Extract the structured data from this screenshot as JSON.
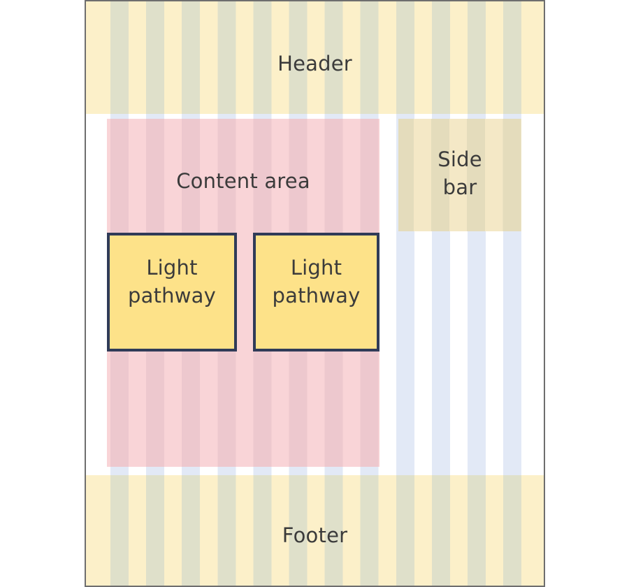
{
  "diagram": {
    "description": "Page layout diagram with a 12-column grid overlay",
    "grid": {
      "columns": 12
    },
    "regions": {
      "header": {
        "label": "Header"
      },
      "content": {
        "label": "Content area"
      },
      "sidebar": {
        "label": "Side bar"
      },
      "footer": {
        "label": "Footer"
      },
      "light_pathway_1": {
        "label": "Light pathway"
      },
      "light_pathway_2": {
        "label": "Light pathway"
      }
    }
  },
  "colors": {
    "col_blue": "#e2e9f6",
    "header_base": "#fcf0c9",
    "header_col": "#dfe0ca",
    "content_base": "#f9d4d7",
    "content_col": "#edc8ce",
    "sidebar_base": "#f4e8c6",
    "sidebar_col": "#e4dcbc",
    "box_fill": "#fde289",
    "box_border": "#303b58",
    "frame_border": "#6e6e6e",
    "text_color": "#3b3b3b",
    "canvas_bg": "#ffffff"
  }
}
